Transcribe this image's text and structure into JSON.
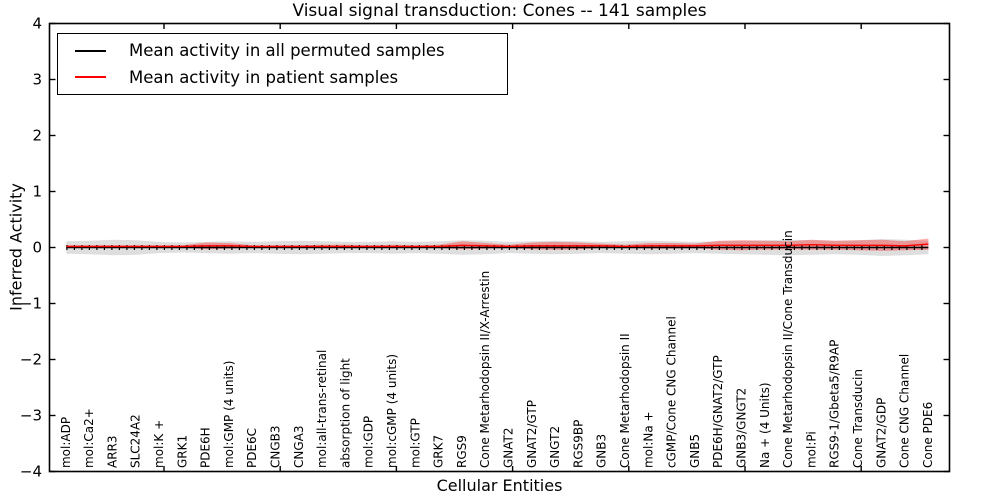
{
  "legend": {
    "items": [
      {
        "label": "Mean activity in all permuted samples",
        "color": "#000000"
      },
      {
        "label": "Mean activity in patient samples",
        "color": "#ff0000"
      }
    ]
  },
  "chart_data": {
    "type": "line",
    "title": "Visual signal transduction: Cones -- 141 samples",
    "xlabel": "Cellular Entities",
    "ylabel": "Inferred Activity",
    "ylim": [
      -4,
      4
    ],
    "yticks": [
      4,
      3,
      2,
      1,
      0,
      -1,
      -2,
      -3,
      -4
    ],
    "grid": false,
    "legend_position": "upper left",
    "sample_count": "141 samples",
    "categories": [
      "mol:ADP",
      "mol:Ca2+",
      "ARR3",
      "SLC24A2",
      "mol:K +",
      "GRK1",
      "PDE6H",
      "mol:GMP (4 units)",
      "PDE6C",
      "CNGB3",
      "CNGA3",
      "mol:all-trans-retinal",
      "absorption of light",
      "mol:GDP",
      "mol:cGMP (4 units)",
      "mol:GTP",
      "GRK7",
      "RGS9",
      "Cone Metarhodopsin II/X-Arrestin",
      "GNAT2",
      "GNAT2/GTP",
      "GNGT2",
      "RGS9BP",
      "GNB3",
      "Cone Metarhodopsin II",
      "mol:Na +",
      "cGMP/Cone CNG Channel",
      "GNB5",
      "PDE6H/GNAT2/GTP",
      "GNB3/GNGT2",
      "Na + (4 Units)",
      "Cone Metarhodopsin II/Cone Transducin",
      "mol:Pi",
      "RGS9-1/Gbeta5/R9AP",
      "Cone Transducin",
      "GNAT2/GDP",
      "Cone CNG Channel",
      "Cone PDE6"
    ],
    "series": [
      {
        "name": "Mean activity in all permuted samples",
        "color": "#000000",
        "band_color": "rgba(0,0,0,0.13)",
        "mean": [
          0,
          0,
          0,
          0,
          0,
          0,
          0,
          0,
          0,
          0,
          0,
          0,
          0,
          0,
          0,
          0,
          0,
          0,
          0,
          0,
          0,
          0,
          0,
          0,
          0,
          0,
          0,
          0,
          0,
          0,
          0,
          0,
          0,
          0,
          0,
          0,
          0,
          0
        ],
        "std": [
          0.11,
          0.12,
          0.14,
          0.13,
          0.1,
          0.09,
          0.1,
          0.11,
          0.1,
          0.11,
          0.12,
          0.11,
          0.1,
          0.1,
          0.11,
          0.1,
          0.11,
          0.13,
          0.12,
          0.1,
          0.11,
          0.12,
          0.11,
          0.1,
          0.11,
          0.12,
          0.11,
          0.1,
          0.11,
          0.12,
          0.13,
          0.14,
          0.13,
          0.12,
          0.13,
          0.15,
          0.14,
          0.12
        ]
      },
      {
        "name": "Mean activity in patient samples",
        "color": "#ff0000",
        "band_color": "rgba(255,0,0,0.32)",
        "mean": [
          0.02,
          0.02,
          0.02,
          0.02,
          0.02,
          0.02,
          0.03,
          0.03,
          0.02,
          0.02,
          0.02,
          0.02,
          0.02,
          0.02,
          0.02,
          0.02,
          0.02,
          0.04,
          0.03,
          0.02,
          0.03,
          0.03,
          0.03,
          0.03,
          0.02,
          0.03,
          0.03,
          0.03,
          0.04,
          0.04,
          0.04,
          0.04,
          0.05,
          0.04,
          0.04,
          0.04,
          0.03,
          0.06
        ],
        "std": [
          0.02,
          0.02,
          0.02,
          0.02,
          0.02,
          0.02,
          0.06,
          0.05,
          0.02,
          0.02,
          0.02,
          0.03,
          0.03,
          0.02,
          0.03,
          0.02,
          0.03,
          0.07,
          0.05,
          0.03,
          0.06,
          0.07,
          0.06,
          0.04,
          0.03,
          0.05,
          0.05,
          0.04,
          0.08,
          0.09,
          0.08,
          0.07,
          0.09,
          0.08,
          0.09,
          0.1,
          0.08,
          0.1
        ]
      }
    ]
  }
}
